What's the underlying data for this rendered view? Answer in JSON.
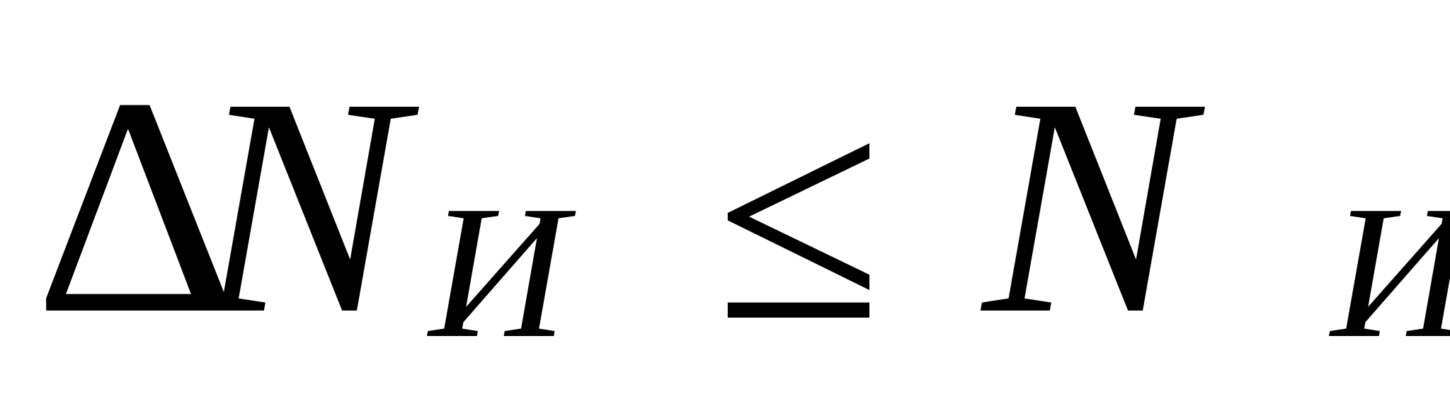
{
  "formula": {
    "delta": "Δ",
    "lhs_symbol": "N",
    "lhs_subscript": "И",
    "relation": "≤",
    "rhs_symbol": "N",
    "rhs_subscript": "И"
  }
}
